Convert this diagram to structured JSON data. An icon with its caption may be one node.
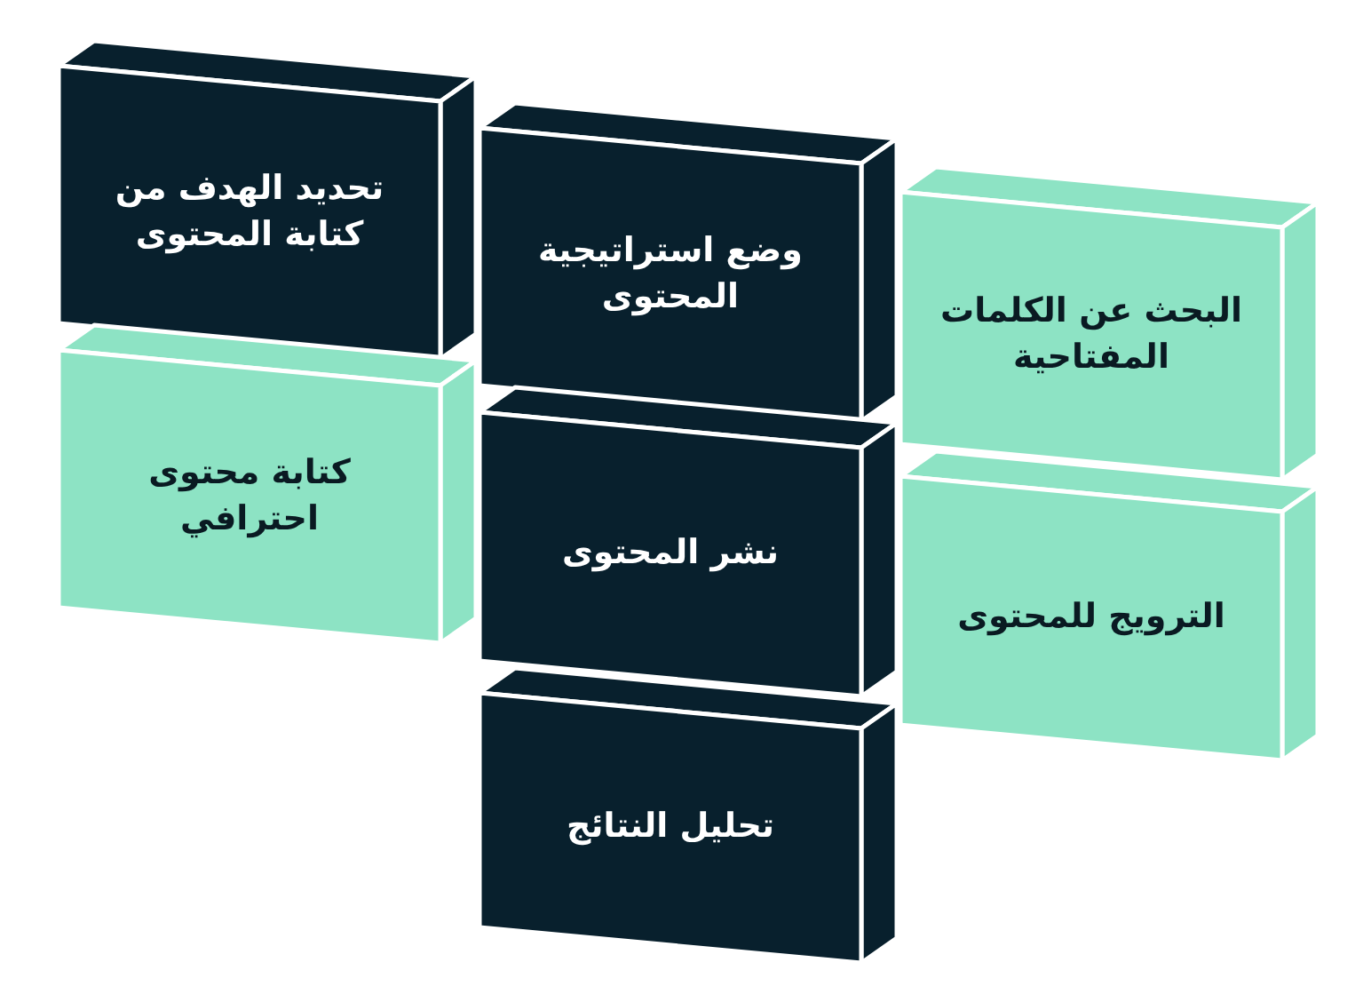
{
  "diagram": {
    "nodes": [
      {
        "text": [
          "تحديد الهدف من كتابة المحتوى"
        ]
      },
      {
        "text": [
          "وضع استراتيجية المحتوى"
        ]
      },
      {
        "text": [
          "البحث عن الكلمات المفتاحية"
        ]
      },
      {
        "text": [
          "كتابة محتوى احترافي"
        ]
      },
      {
        "text": [
          "نشر المحتوى"
        ]
      },
      {
        "text": [
          "الترويج للمحتوى"
        ]
      },
      {
        "text": [
          "تحليل النتائج"
        ]
      }
    ]
  }
}
